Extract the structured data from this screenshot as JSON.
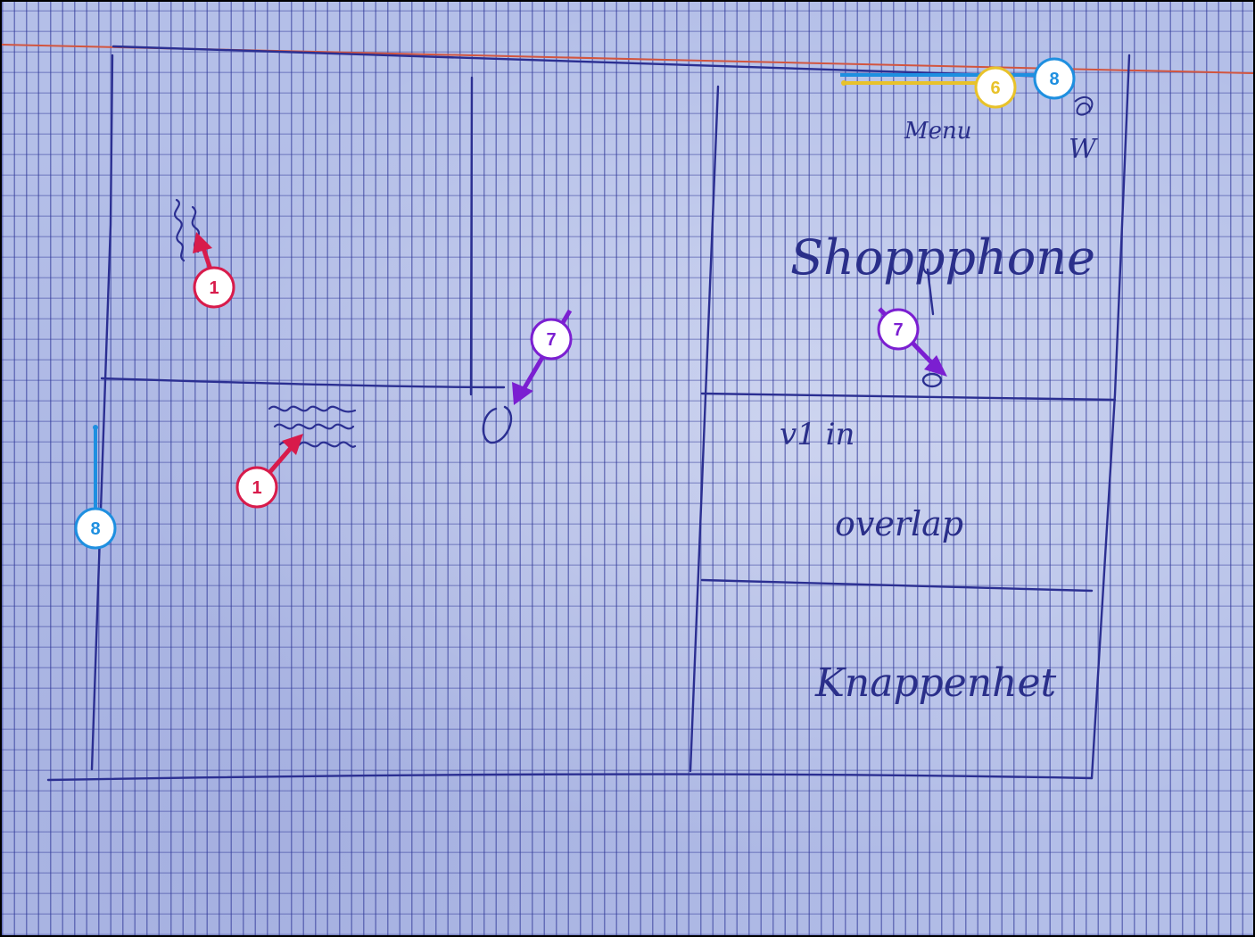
{
  "sketch": {
    "header_note": "Menu",
    "main_heading": "Shoppphone",
    "lower_note_line1": "v1 in",
    "lower_note_line2": "overlap",
    "footer_note": "Knappenhet",
    "corner_mark": "W"
  },
  "annotations": [
    {
      "id": "ann-1a",
      "label": "1",
      "color": "#d81b4b"
    },
    {
      "id": "ann-1b",
      "label": "1",
      "color": "#d81b4b"
    },
    {
      "id": "ann-7a",
      "label": "7",
      "color": "#7b1fd1"
    },
    {
      "id": "ann-7b",
      "label": "7",
      "color": "#7b1fd1"
    },
    {
      "id": "ann-8a",
      "label": "8",
      "color": "#1e8fe0"
    },
    {
      "id": "ann-8b",
      "label": "8",
      "color": "#1e8fe0"
    },
    {
      "id": "ann-6",
      "label": "6",
      "color": "#e8c22a"
    }
  ]
}
